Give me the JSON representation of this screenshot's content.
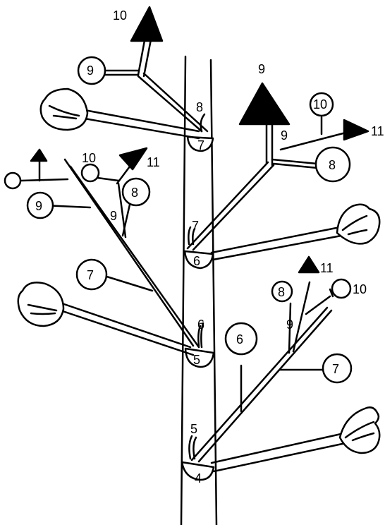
{
  "stem_nodes": {
    "n4": "4",
    "n5": "5",
    "n6": "6",
    "n7": "7",
    "bud5": "5",
    "bud6": "6",
    "bud7": "7",
    "bud8": "8"
  },
  "upper_left": {
    "circle9": "9",
    "arrow10": "10"
  },
  "upper_right": {
    "arrow9": "9",
    "circle10": "10",
    "arrow11": "11",
    "small9": "9",
    "circle8": "8"
  },
  "middle_left": {
    "arrow11": "11",
    "label10": "10",
    "circle8": "8",
    "small9": "9",
    "circle9": "9",
    "circle7": "7"
  },
  "lower_right": {
    "arrow11": "11",
    "label10": "10",
    "circle8": "8",
    "small9": "9",
    "circle7": "7",
    "circle6": "6"
  },
  "colors": {
    "ink": "#000000",
    "paper": "#ffffff"
  }
}
